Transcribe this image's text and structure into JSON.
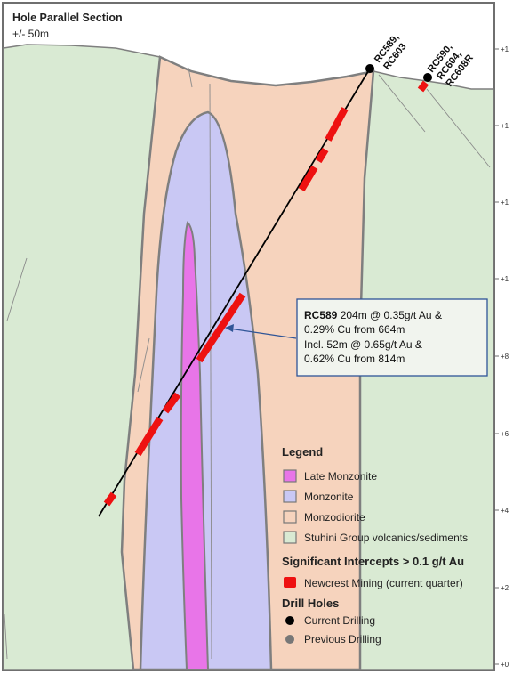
{
  "title": "Hole Parallel Section",
  "subtitle": "+/- 50m",
  "colors": {
    "stuhini": "#d9ead3",
    "monzodiorite": "#f6d3bd",
    "monzonite": "#c9c8f4",
    "late_monzonite": "#e875e8",
    "intercept": "#ee1111",
    "current": "#000000",
    "previous": "#777777",
    "outline": "#7f7f7f",
    "callout_fill": "#f1f4ee",
    "callout_border": "#2f5597"
  },
  "drill_labels": {
    "a_line1": "RC589,",
    "a_line2": "RC603",
    "b_line1": "RC590,",
    "b_line2": "RC604,",
    "b_line3": "RC608R"
  },
  "callout": {
    "hole": "RC589",
    "line1_rest": " 204m @ 0.35g/t Au &",
    "line2": "0.29% Cu from 664m",
    "line3": "Incl. 52m @ 0.65g/t Au &",
    "line4": "0.62% Cu from 814m"
  },
  "axis_ticks": [
    "+1",
    "+1",
    "+1",
    "+1",
    "+8",
    "+6",
    "+4",
    "+2",
    "+0"
  ],
  "legend": {
    "title": "Legend",
    "late_monzonite": "Late Monzonite",
    "monzonite": "Monzonite",
    "monzodiorite": "Monzodiorite",
    "stuhini": "Stuhini Group volcanics/sediments",
    "intercepts_title": "Significant Intercepts > 0.1 g/t Au",
    "newcrest": "Newcrest Mining (current quarter)",
    "drill_title": "Drill Holes",
    "current": "Current Drilling",
    "previous": "Previous Drilling"
  }
}
